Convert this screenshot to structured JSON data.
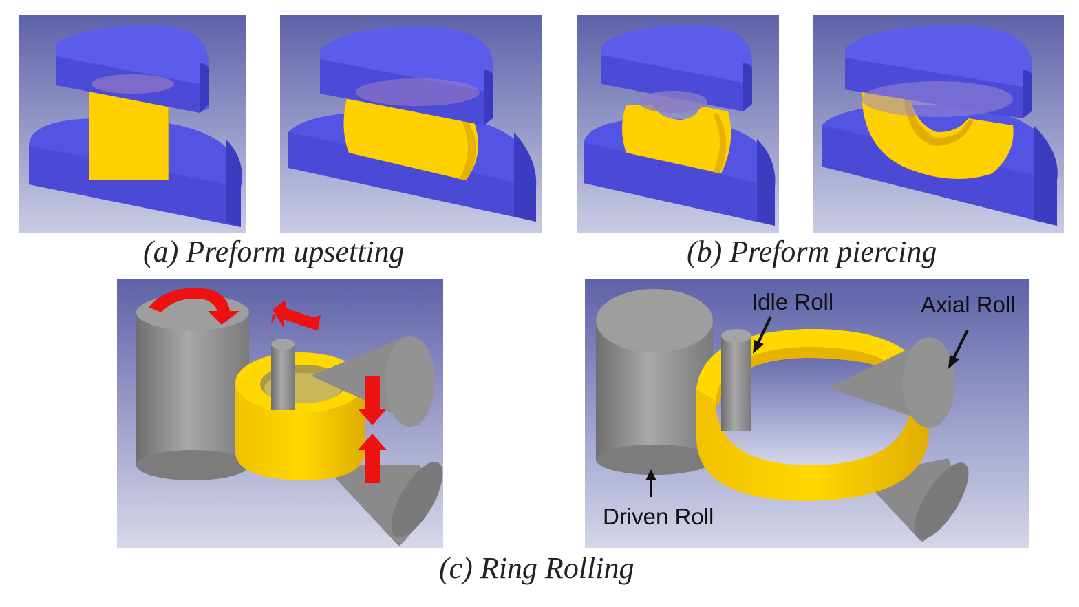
{
  "captions": {
    "a": "(a) Preform upsetting",
    "b": "(b) Preform piercing",
    "c": "(c) Ring Rolling"
  },
  "labels": {
    "idle_roll": "Idle Roll",
    "axial_roll": "Axial Roll",
    "driven_roll": "Driven Roll"
  },
  "colors": {
    "die_blue": "#5a5ae6",
    "billet_yellow": "#f5c800",
    "roll_gray": "#9a9a9a",
    "arrow_red": "#ee1111"
  }
}
